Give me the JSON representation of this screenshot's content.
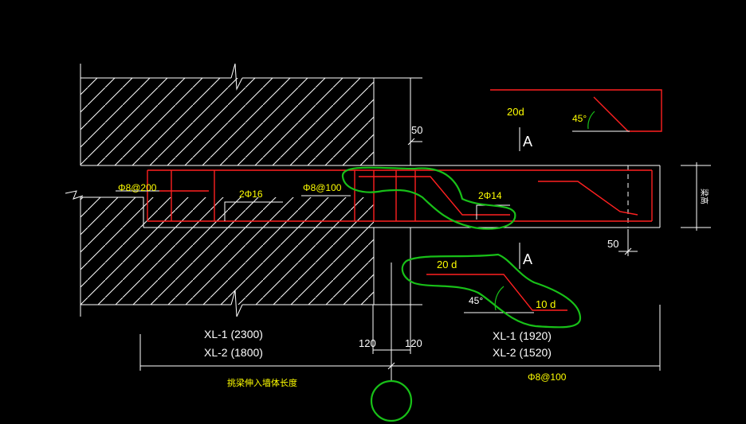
{
  "colors": {
    "background": "#000000",
    "white": "#ffffff",
    "red": "#ff2020",
    "yellow": "#ffff00",
    "green": "#18c018",
    "hatch": "#ffffff"
  },
  "labels": {
    "stirrup_wall": "Φ8@200",
    "bar_top_left": "2Φ16",
    "stirrup_dense": "Φ8@100",
    "bar_top_right": "2Φ14",
    "dim_50_top": "50",
    "dim_50_bottom": "50",
    "section_a_top": "A",
    "section_a_bottom": "A",
    "detail_top_20d": "20d",
    "detail_top_45": "45°",
    "detail_bottom_20d": "20 d",
    "detail_bottom_45": "45°",
    "detail_bottom_10d": "10 d",
    "depth_label": "梁高",
    "xl1_wall": "XL-1 (2300)",
    "xl2_wall": "XL-2 (1800)",
    "dim_120_left": "120",
    "dim_120_right": "120",
    "xl1_cant": "XL-1  (1920)",
    "xl2_cant": "XL-2  (1520)",
    "wall_length_note": "挑梁伸入墙体长度",
    "stirrup_bottom": "Φ8@100"
  }
}
